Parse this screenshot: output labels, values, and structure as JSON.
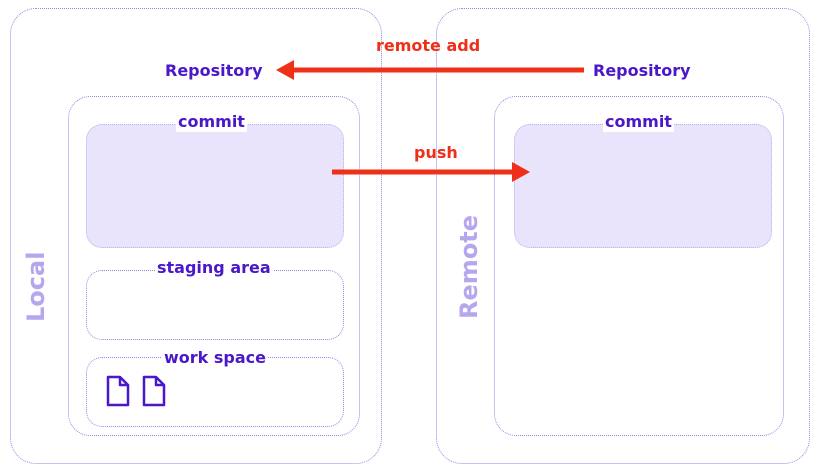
{
  "local": {
    "side_label": "Local",
    "repository_label": "Repository",
    "commit_label": "commit",
    "staging_label": "staging area",
    "workspace_label": "work space"
  },
  "remote": {
    "side_label": "Remote",
    "repository_label": "Repository",
    "commit_label": "commit"
  },
  "arrows": {
    "remote_add_label": "remote add",
    "push_label": "push",
    "color": "#ef2f17"
  },
  "colors": {
    "label": "#4a17c9",
    "side_label": "#b7a5ee",
    "commit_fill": "#e9e4fb",
    "border": "#8f86e6"
  },
  "icons": [
    "file-icon",
    "file-icon"
  ]
}
